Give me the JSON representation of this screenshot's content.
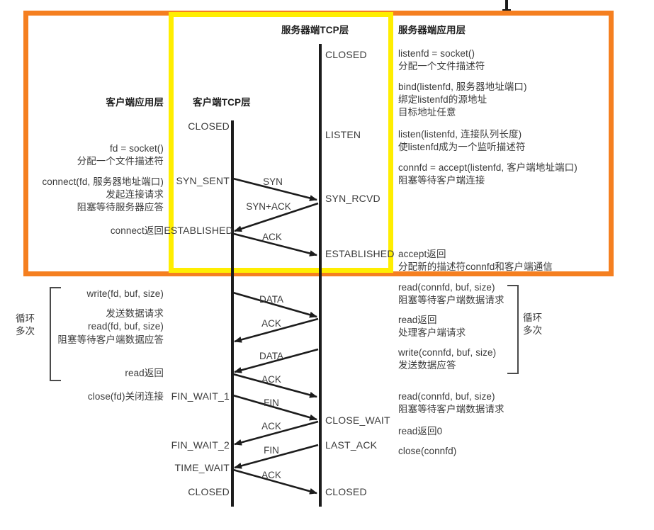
{
  "diagram": {
    "title": "TCP client-server socket API and state transition diagram",
    "columns": {
      "client_app_header": "客户端应用层",
      "client_tcp_header": "客户端TCP层",
      "server_tcp_header": "服务器端TCP层",
      "server_app_header": "服务器端应用层"
    },
    "highlights": [
      {
        "name": "orange-box",
        "color": "#f57f20"
      },
      {
        "name": "yellow-box",
        "color": "#ffee00"
      }
    ],
    "client_app_notes": [
      "fd = socket()",
      "分配一个文件描述符",
      "connect(fd, 服务器地址端口)",
      "发起连接请求",
      "阻塞等待服务器应答",
      "connect返回",
      "write(fd, buf, size)",
      "发送数据请求",
      "read(fd, buf, size)",
      "阻塞等待客户端数据应答",
      "read返回",
      "close(fd)关闭连接"
    ],
    "server_app_notes": [
      "listenfd = socket()",
      "分配一个文件描述符",
      "bind(listenfd, 服务器地址端口)",
      "绑定listenfd的源地址",
      "目标地址任意",
      "listen(listenfd, 连接队列长度)",
      "使listenfd成为一个监听描述符",
      "connfd = accept(listenfd, 客户端地址端口)",
      "阻塞等待客户端连接",
      "accept返回",
      "分配新的描述符connfd和客户端通信",
      "read(connfd, buf, size)",
      "阻塞等待客户端数据请求",
      "read返回",
      "处理客户端请求",
      "write(connfd, buf, size)",
      "发送数据应答",
      "read(connfd, buf, size)",
      "阻塞等待客户端数据请求",
      "read返回0",
      "close(connfd)"
    ],
    "client_states": [
      "CLOSED",
      "SYN_SENT",
      "ESTABLISHED",
      "FIN_WAIT_1",
      "FIN_WAIT_2",
      "TIME_WAIT",
      "CLOSED"
    ],
    "server_states": [
      "CLOSED",
      "LISTEN",
      "SYN_RCVD",
      "ESTABLISHED",
      "CLOSE_WAIT",
      "LAST_ACK",
      "CLOSED"
    ],
    "messages": [
      "SYN",
      "SYN+ACK",
      "ACK",
      "DATA",
      "ACK",
      "DATA",
      "ACK",
      "FIN",
      "ACK",
      "FIN",
      "ACK"
    ],
    "loop_annotations": {
      "client_line1": "循环",
      "client_line2": "多次",
      "server_line1": "循环",
      "server_line2": "多次"
    }
  }
}
